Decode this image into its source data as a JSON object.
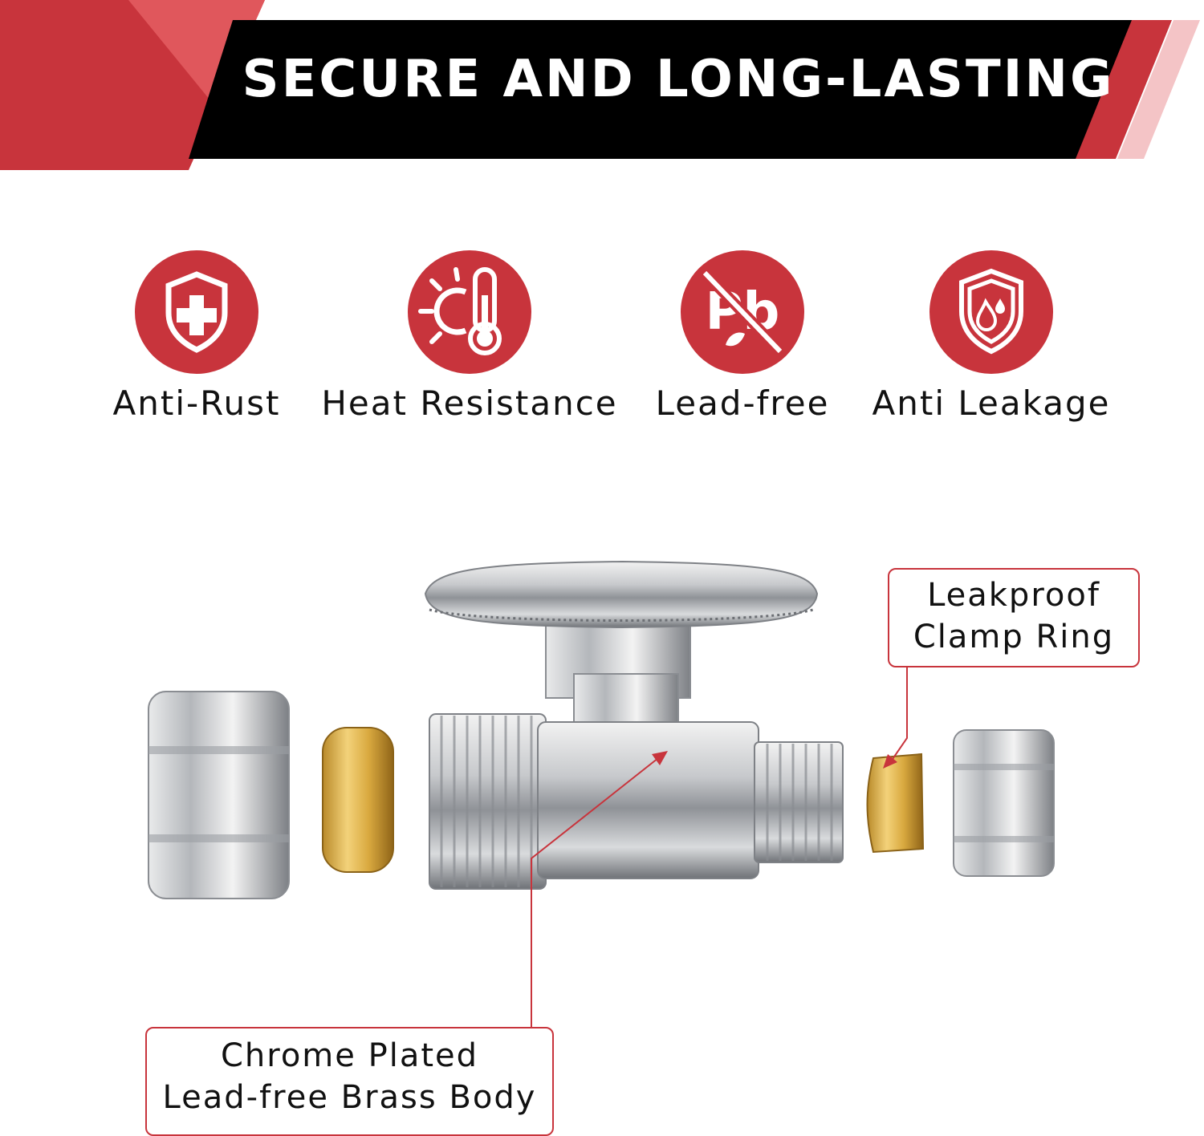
{
  "banner": {
    "title": "SECURE AND LONG-LASTING",
    "colors": {
      "red": "#c8343c",
      "black": "#000000",
      "pink": "#f4c4c6"
    }
  },
  "features": [
    {
      "label": "Anti-Rust",
      "icon": "shield-plus-icon"
    },
    {
      "label": "Heat Resistance",
      "icon": "sun-thermometer-icon"
    },
    {
      "label": "Lead-free",
      "icon": "no-lead-icon",
      "icon_text": "Pb"
    },
    {
      "label": "Anti Leakage",
      "icon": "shield-water-drop-icon"
    }
  ],
  "callouts": {
    "clamp_ring": {
      "line1": "Leakproof",
      "line2": "Clamp Ring"
    },
    "body": {
      "line1": "Chrome Plated",
      "line2": "Lead-free Brass Body"
    }
  },
  "accent_color": "#c8343c"
}
